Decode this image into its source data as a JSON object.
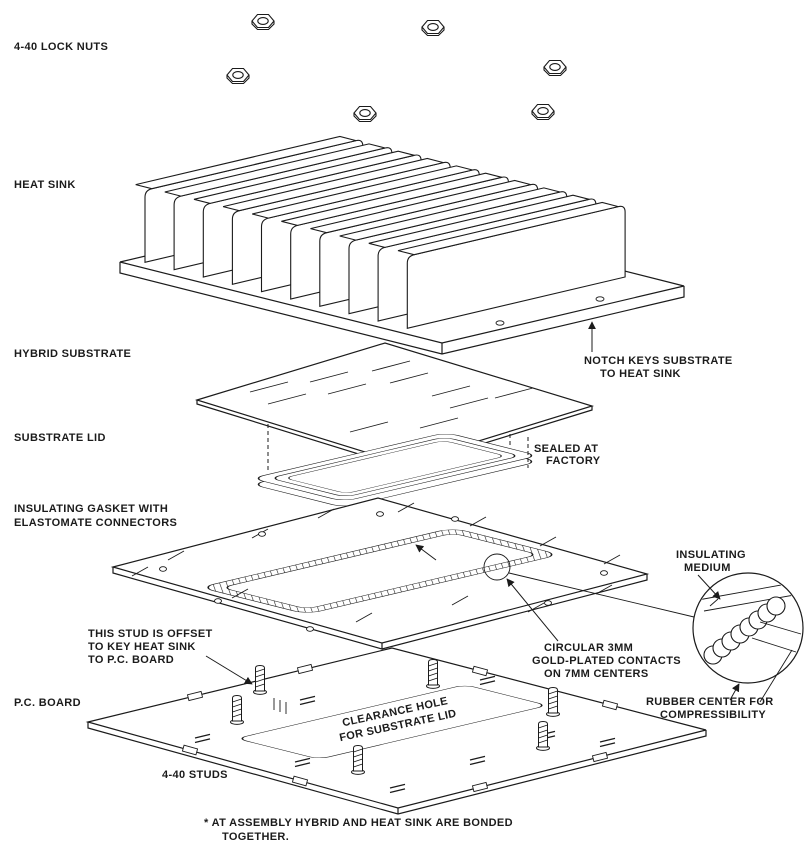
{
  "colors": {
    "ink": "#1b1b1b",
    "paper": "#ffffff"
  },
  "parts": {
    "lock_nuts": "4-40 LOCK NUTS",
    "heat_sink": "HEAT SINK",
    "hybrid_substrate": "HYBRID SUBSTRATE",
    "substrate_lid": "SUBSTRATE LID",
    "insulating_gasket": [
      "INSULATING GASKET WITH",
      "ELASTOMATE CONNECTORS"
    ],
    "pc_board": "P.C. BOARD",
    "studs": "4-40 STUDS"
  },
  "callouts": {
    "notch_keys": [
      "NOTCH KEYS SUBSTRATE",
      "TO HEAT SINK"
    ],
    "sealed": [
      "SEALED AT",
      "FACTORY"
    ],
    "offset_stud": [
      "THIS STUD IS OFFSET",
      "TO KEY HEAT SINK",
      "TO P.C. BOARD"
    ],
    "clearance": [
      "CLEARANCE HOLE",
      "FOR SUBSTRATE LID"
    ],
    "insulating_medium": [
      "INSULATING",
      "MEDIUM"
    ],
    "contacts": [
      "CIRCULAR 3MM",
      "GOLD-PLATED CONTACTS",
      "ON 7MM CENTERS"
    ],
    "rubber": [
      "RUBBER CENTER FOR",
      "COMPRESSIBILITY"
    ]
  },
  "footnote": [
    "* AT ASSEMBLY HYBRID AND HEAT SINK ARE BONDED",
    "TOGETHER."
  ]
}
